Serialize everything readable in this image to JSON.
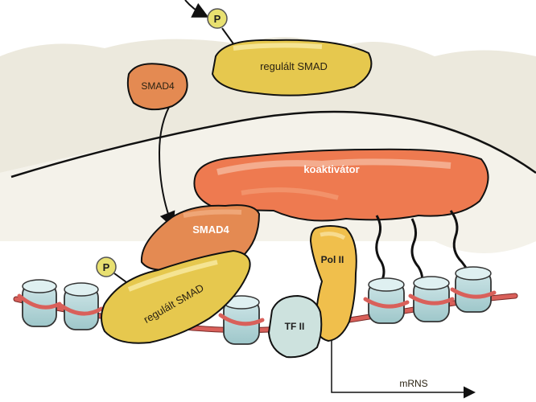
{
  "labels": {
    "phosphate_top": "P",
    "phosphate_bottom": "P",
    "smad_top": "regulált SMAD",
    "smad4_top": "SMAD4",
    "coactivator": "koaktivátor",
    "smad4_bottom": "SMAD4",
    "pol2": "Pol II",
    "smad_bottom": "regulált SMAD",
    "tf2": "TF II",
    "mrna": "mRNS"
  },
  "colors": {
    "cytoplasm": "#ece9dd",
    "nucleus": "#f4f2ea",
    "smad_yellow": "#e6c84e",
    "smad4_orange": "#e48a52",
    "coactivator": "#ee7a50",
    "pol2": "#f0bf4c",
    "tf2": "#cde2de",
    "nucleosome": "#b5d6d8",
    "dna": "#d9605a",
    "phosphate": "#e8e070"
  }
}
